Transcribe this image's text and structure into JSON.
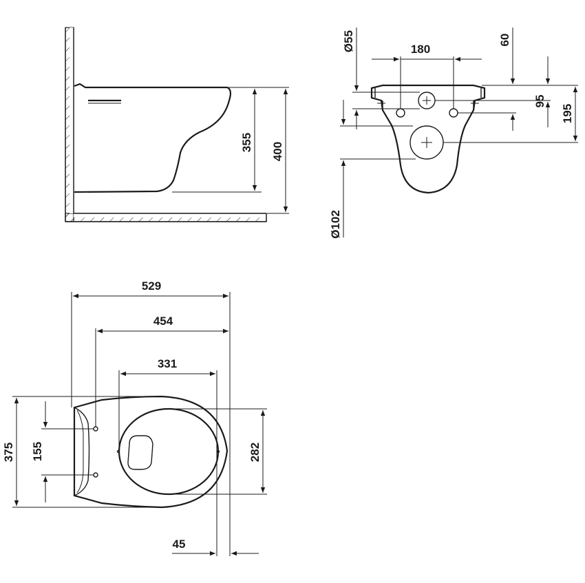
{
  "side_view": {
    "height_bowl": "355",
    "height_total": "400"
  },
  "rear_view": {
    "d_small_hole": "Ø55",
    "spacing_bolts": "180",
    "offset_top": "60",
    "offset_inlet": "95",
    "offset_outlet": "195",
    "d_outlet": "Ø102"
  },
  "top_view": {
    "length_total": "529",
    "length_454": "454",
    "length_331": "331",
    "width_total": "375",
    "bolt_spacing": "155",
    "seat_width": "282",
    "front_offset": "45"
  },
  "colors": {
    "line": "#1a1a1a",
    "background": "#ffffff"
  }
}
